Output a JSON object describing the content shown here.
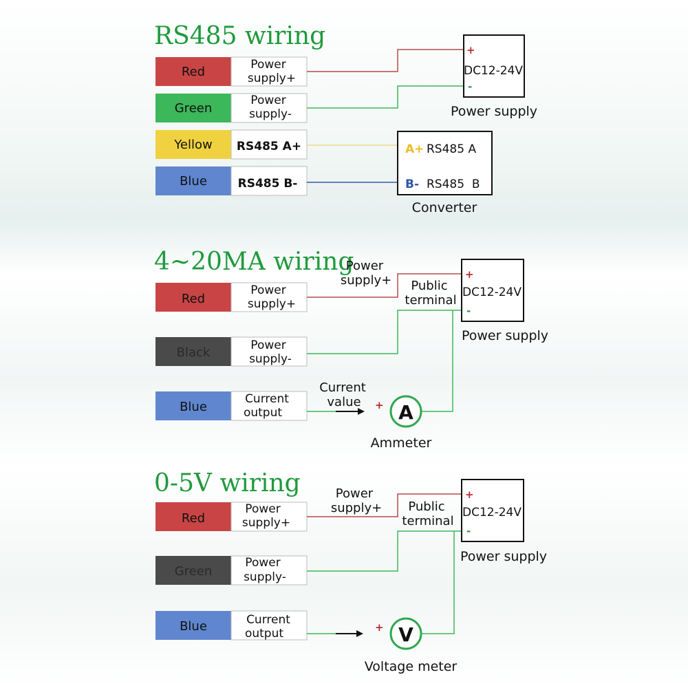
{
  "sections": {
    "rs485": {
      "title": "RS485 wiring",
      "wires": [
        {
          "color_name": "Red",
          "color": "#c94545",
          "label_line1": "Power",
          "label_line2": "supply+"
        },
        {
          "color_name": "Green",
          "color": "#3cb75a",
          "label_line1": "Power",
          "label_line2": "supply-"
        },
        {
          "color_name": "Yellow",
          "color": "#f0d241",
          "label": "RS485 A+"
        },
        {
          "color_name": "Blue",
          "color": "#5f86cf",
          "label": "RS485 B-"
        }
      ],
      "power_supply": {
        "voltage": "DC12-24V",
        "plus": "+",
        "minus": "-",
        "caption": "Power supply"
      },
      "converter": {
        "a_prefix": "A+",
        "a_label": "RS485 A",
        "b_prefix": "B-",
        "b_label": "RS485  B",
        "caption": "Converter"
      }
    },
    "ma": {
      "title": "4~20MA wiring",
      "wires": [
        {
          "color_name": "Red",
          "color": "#c94545",
          "label_line1": "Power",
          "label_line2": "supply+"
        },
        {
          "color_name": "Black",
          "color": "#4a4a4a",
          "label_line1": "Power",
          "label_line2": "supply-"
        },
        {
          "color_name": "Blue",
          "color": "#5f86cf",
          "label_line1": "Current",
          "label_line2": "output"
        }
      ],
      "power_label_line1": "Power",
      "power_label_line2": "supply+",
      "public_line1": "Public",
      "public_line2": "terminal",
      "current_value_line1": "Current",
      "current_value_line2": "value",
      "meter_plus": "+",
      "meter_symbol": "A",
      "meter_caption": "Ammeter",
      "power_supply": {
        "voltage": "DC12-24V",
        "plus": "+",
        "minus": "-",
        "caption": "Power supply"
      }
    },
    "volt": {
      "title": "0-5V wiring",
      "wires": [
        {
          "color_name": "Red",
          "color": "#c94545",
          "label_line1": "Power",
          "label_line2": "supply+"
        },
        {
          "color_name": "Green",
          "color": "#4a4a4a",
          "label_line1": "Power",
          "label_line2": "supply-"
        },
        {
          "color_name": "Blue",
          "color": "#5f86cf",
          "label_line1": "Current",
          "label_line2": "output"
        }
      ],
      "power_label_line1": "Power",
      "power_label_line2": "supply+",
      "public_line1": "Public",
      "public_line2": "terminal",
      "meter_plus": "+",
      "meter_symbol": "V",
      "meter_caption": "Voltage meter",
      "power_supply": {
        "voltage": "DC12-24V",
        "plus": "+",
        "minus": "-",
        "caption": "Power supply"
      }
    }
  },
  "colors": {
    "wire_red": "#b84a4a",
    "wire_green": "#3cb75a",
    "wire_yellow": "#f0d98a",
    "wire_blue": "#3a56a8"
  }
}
